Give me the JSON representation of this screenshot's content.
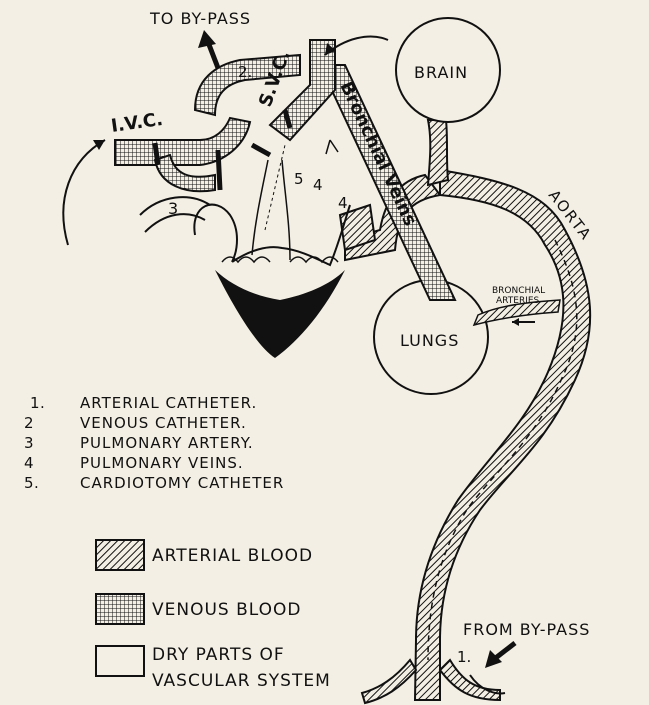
{
  "labels": {
    "to_bypass": "TO BY-PASS",
    "from_bypass": "FROM BY-PASS",
    "brain": "BRAIN",
    "lungs": "LUNGS",
    "aorta": "AORTA",
    "svc": "S.V.C.",
    "ivc": "I.V.C.",
    "bronchial_veins": "Bronchial Veins",
    "bronchial_arteries_line1": "BRONCHIAL",
    "bronchial_arteries_line2": "ARTERIES",
    "num_1": "1.",
    "num_2": "2.",
    "num_3": "3",
    "num_4a": "4",
    "num_4b": "4",
    "num_5": "5"
  },
  "legend": [
    {
      "num": "1.",
      "text": "ARTERIAL CATHETER."
    },
    {
      "num": "2",
      "text": "VENOUS CATHETER."
    },
    {
      "num": "3",
      "text": "PULMONARY ARTERY."
    },
    {
      "num": "4",
      "text": "PULMONARY VEINS."
    },
    {
      "num": "5.",
      "text": "CARDIOTOMY CATHETER"
    }
  ],
  "key": {
    "arterial": "ARTERIAL BLOOD",
    "venous": "VENOUS BLOOD",
    "dry_line1": "DRY PARTS OF",
    "dry_line2": "VASCULAR SYSTEM"
  }
}
